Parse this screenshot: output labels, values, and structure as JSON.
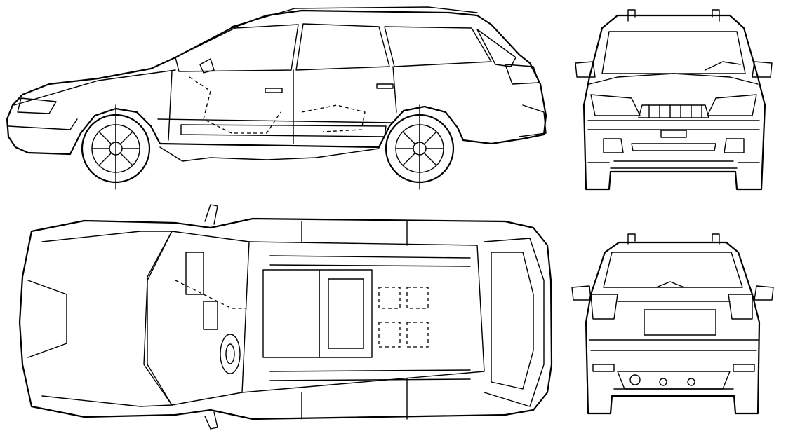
{
  "diagram": {
    "views": [
      {
        "id": "side",
        "name": "side-view"
      },
      {
        "id": "front",
        "name": "front-view"
      },
      {
        "id": "top",
        "name": "top-view"
      },
      {
        "id": "rear",
        "name": "rear-view"
      }
    ],
    "line_color": "#000000",
    "background_color": "#ffffff"
  }
}
